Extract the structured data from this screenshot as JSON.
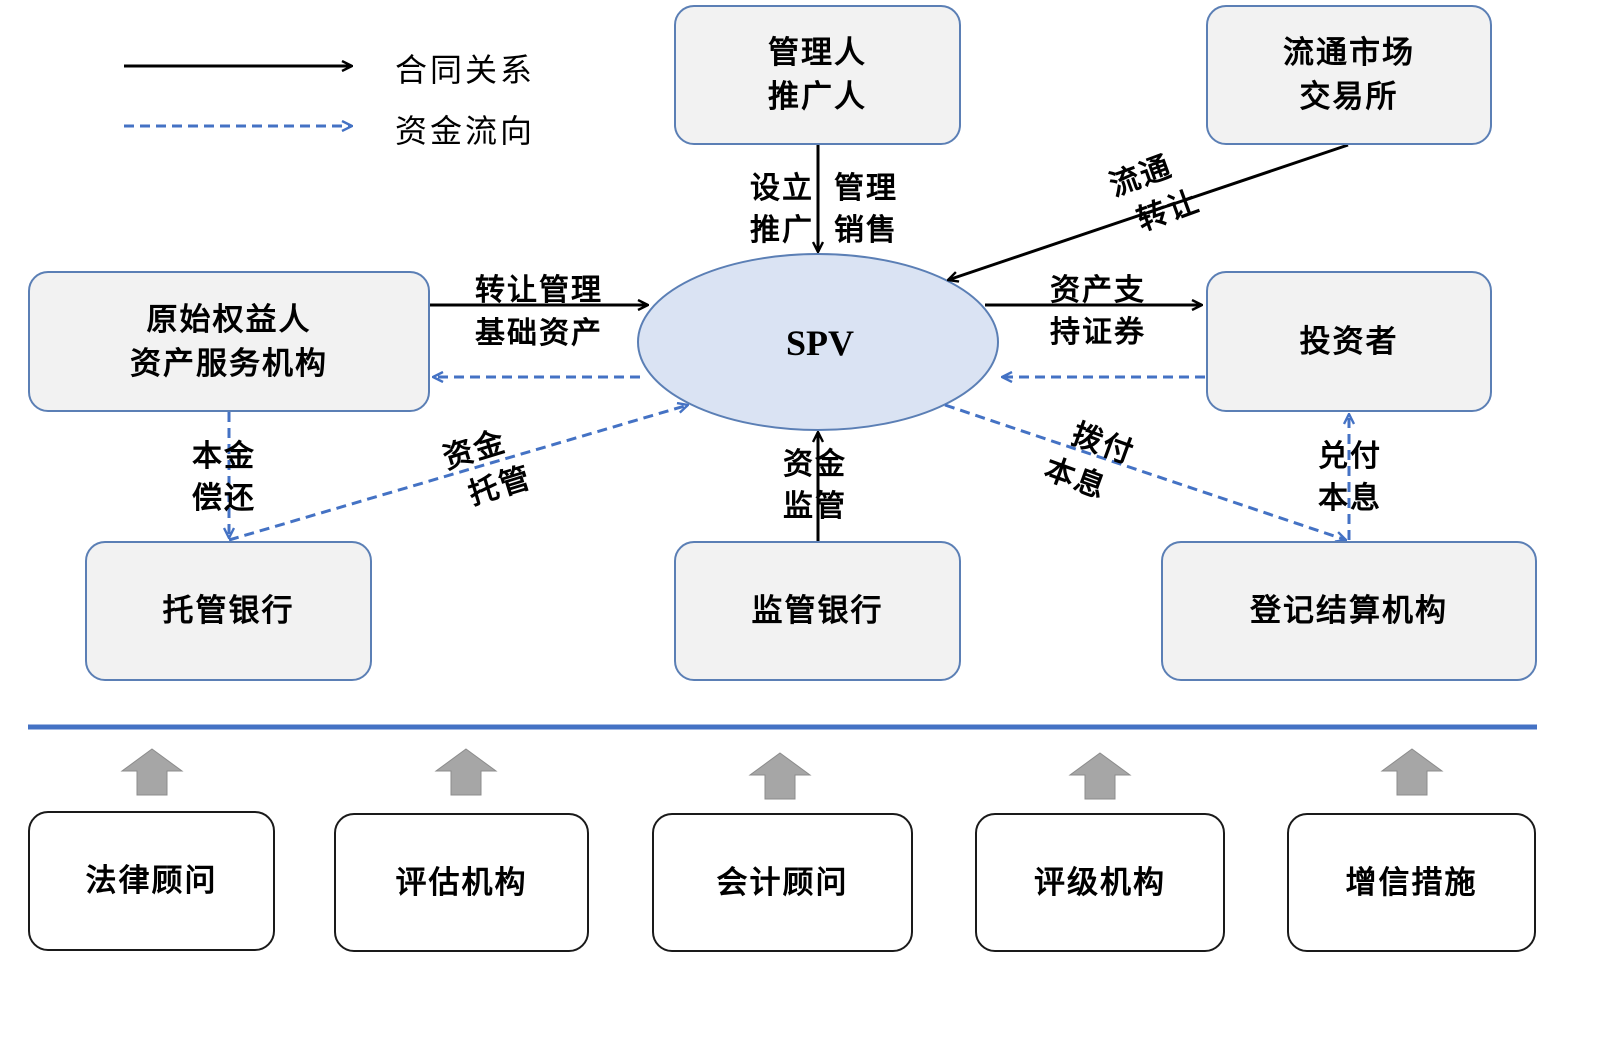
{
  "legend": {
    "contract_label": "合同关系",
    "funds_label": "资金流向"
  },
  "colors": {
    "box_border": "#5b7fb5",
    "box_fill": "#f2f2f2",
    "spv_fill": "#dae3f3",
    "funds_arrow": "#4472c4",
    "contract_arrow": "#000000",
    "divider": "#4472c4",
    "gray_arrow": "#a6a6a6"
  },
  "nodes": {
    "manager": [
      "管理人",
      "推广人"
    ],
    "market": [
      "流通市场",
      "交易所"
    ],
    "originator": [
      "原始权益人",
      "资产服务机构"
    ],
    "spv": "SPV",
    "investor": "投资者",
    "custodian": "托管银行",
    "supervisor": "监管银行",
    "registry": "登记结算机构"
  },
  "edge_labels": {
    "set_up": [
      "设立",
      "推广"
    ],
    "manage_sell": [
      "管理",
      "销售"
    ],
    "circulate_transfer": [
      "流通",
      "转让"
    ],
    "transfer_manage": "转让管理",
    "underlying_assets": "基础资产",
    "abs": [
      "资产支",
      "持证券"
    ],
    "principal_repay": [
      "本金",
      "偿还"
    ],
    "fund_custody": [
      "资金",
      "托管"
    ],
    "fund_supervise": [
      "资金",
      "监管"
    ],
    "pay_interest": [
      "拨付",
      "本息"
    ],
    "redeem_interest": [
      "兑付",
      "本息"
    ]
  },
  "service_providers": [
    "法律顾问",
    "评估机构",
    "会计顾问",
    "评级机构",
    "增信措施"
  ]
}
